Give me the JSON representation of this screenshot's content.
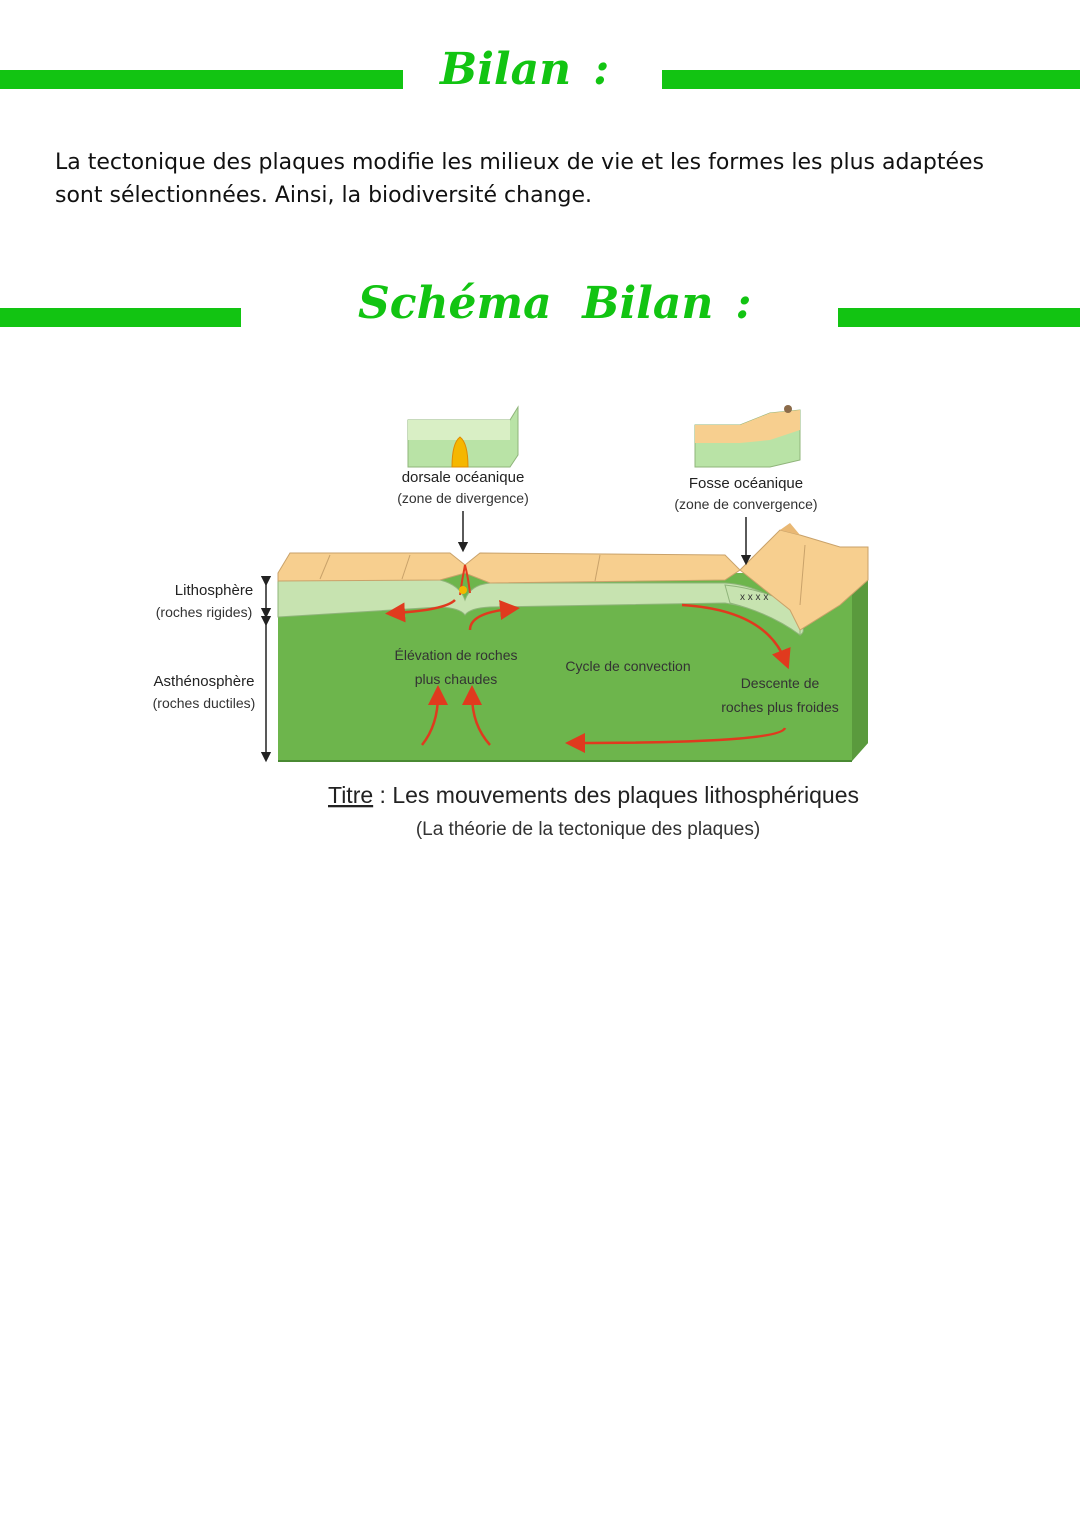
{
  "bilan": {
    "title": "Bilan",
    "colon": ":",
    "text": "La tectonique des plaques modifie les milieux de vie et les formes les plus adaptées sont sélectionnées. Ainsi, la biodiversité change."
  },
  "schema": {
    "title": "Schéma  Bilan",
    "colon": ":"
  },
  "diagram": {
    "dorsale_label": "dorsale océanique",
    "dorsale_sub": "(zone de divergence)",
    "fosse_label": "Fosse océanique",
    "fosse_sub": "(zone de convergence)",
    "litho_label": "Lithosphère",
    "litho_sub": "(roches rigides)",
    "astheno_label": "Asthénosphère",
    "astheno_sub": "(roches ductiles)",
    "elevation_line1": "Élévation de roches",
    "elevation_line2": "plus chaudes",
    "cycle": "Cycle de convection",
    "descente_line1": "Descente de",
    "descente_line2": "roches plus froides",
    "titre_word": "Titre",
    "titre_text": " : Les mouvements des plaques lithosphériques",
    "titre_sub": "(La théorie de la tectonique des plaques)"
  },
  "colors": {
    "accent": "#12c412",
    "mantle": "#6db54c",
    "lithosphere": "#c7e3b0",
    "crust": "#f7cf8f",
    "arrows": "#e03a1e"
  }
}
